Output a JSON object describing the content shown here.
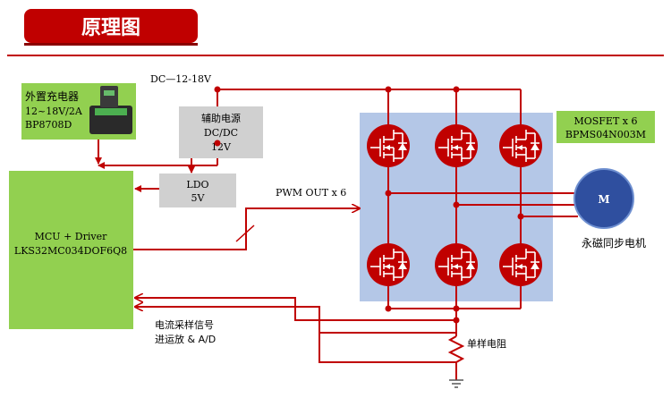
{
  "header": {
    "title": "原理图"
  },
  "supply": {
    "label": "DC—12-18V"
  },
  "charger": {
    "line1": "外置充电器",
    "line2": "12~18V/2A",
    "line3": "BP8708D"
  },
  "aux_dcdc": {
    "line1": "辅助电源",
    "line2": "DC/DC",
    "line3": "12V"
  },
  "ldo": {
    "line1": "LDO",
    "line2": "5V"
  },
  "mcu": {
    "line1": "MCU + Driver",
    "line2": "LKS32MC034DOF6Q8"
  },
  "pwm": {
    "label": "PWM OUT x 6"
  },
  "mosfet": {
    "line1": "MOSFET x 6",
    "line2": "BPMS04N003M"
  },
  "motor": {
    "symbol": "M",
    "label": "永磁同步电机"
  },
  "sense": {
    "line1": "电流采样信号",
    "line2": "进运放 & A/D"
  },
  "shunt": {
    "label": "单样电阻"
  },
  "colors": {
    "red": "#c00000",
    "green": "#92d050",
    "gray": "#d0d0d0",
    "blue_panel": "#b4c7e7",
    "motor_blue": "#2f4f9f"
  }
}
